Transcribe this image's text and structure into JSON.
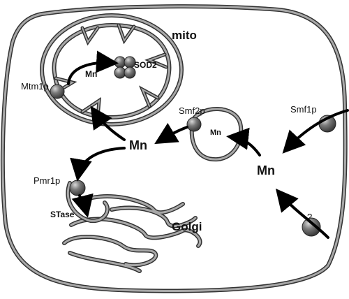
{
  "labels": {
    "mito": "mito",
    "sod2": "SOD2",
    "mn_mito": "Mn",
    "mtm1p": "Mtm1p",
    "smf2p": "Smf2p",
    "mn_vesicle": "Mn",
    "smf1p": "Smf1p",
    "mn_center": "Mn",
    "mn_right": "Mn",
    "pmr1p": "Pmr1p",
    "stase": "STase",
    "golgi": "Golgi",
    "unknown": "?"
  },
  "colors": {
    "membrane": "#9a9a9a",
    "outline": "#333333",
    "protein": "#6e6e6e",
    "arrow": "#000000"
  }
}
